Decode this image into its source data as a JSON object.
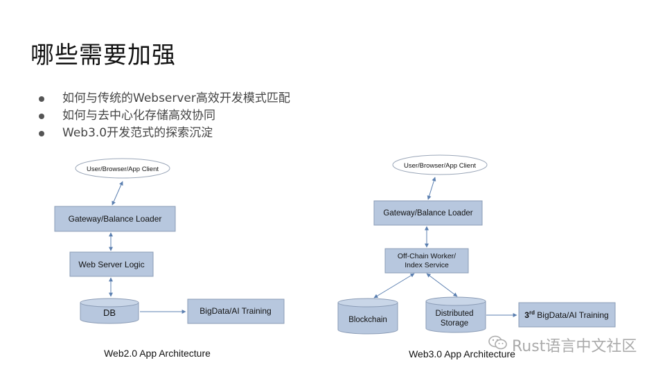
{
  "slide": {
    "title": "哪些需要加强",
    "bullets": [
      "如何与传统的Webserver高效开发模式匹配",
      "如何与去中心化存储高效协同",
      "Web3.0开发范式的探索沉淀"
    ]
  },
  "web2": {
    "client": "User/Browser/App Client",
    "gateway": "Gateway/Balance Loader",
    "logic": "Web Server Logic",
    "db": "DB",
    "bigdata": "BigData/AI Training",
    "caption": "Web2.0 App Architecture"
  },
  "web3": {
    "client": "User/Browser/App Client",
    "gateway": "Gateway/Balance Loader",
    "worker_line1": "Off-Chain Worker/",
    "worker_line2": "Index Service",
    "blockchain": "Blockchain",
    "storage_line1": "Distributed",
    "storage_line2": "Storage",
    "bigdata_prefix": "3",
    "bigdata_sup": "rd",
    "bigdata_rest": " BigData/AI Training",
    "caption": "Web3.0 App Architecture"
  },
  "watermark": {
    "text": "Rust语言中文社区",
    "icon": "wechat-icon"
  },
  "colors": {
    "box_fill": "#b7c7de",
    "arrow": "#5b7fb0"
  }
}
